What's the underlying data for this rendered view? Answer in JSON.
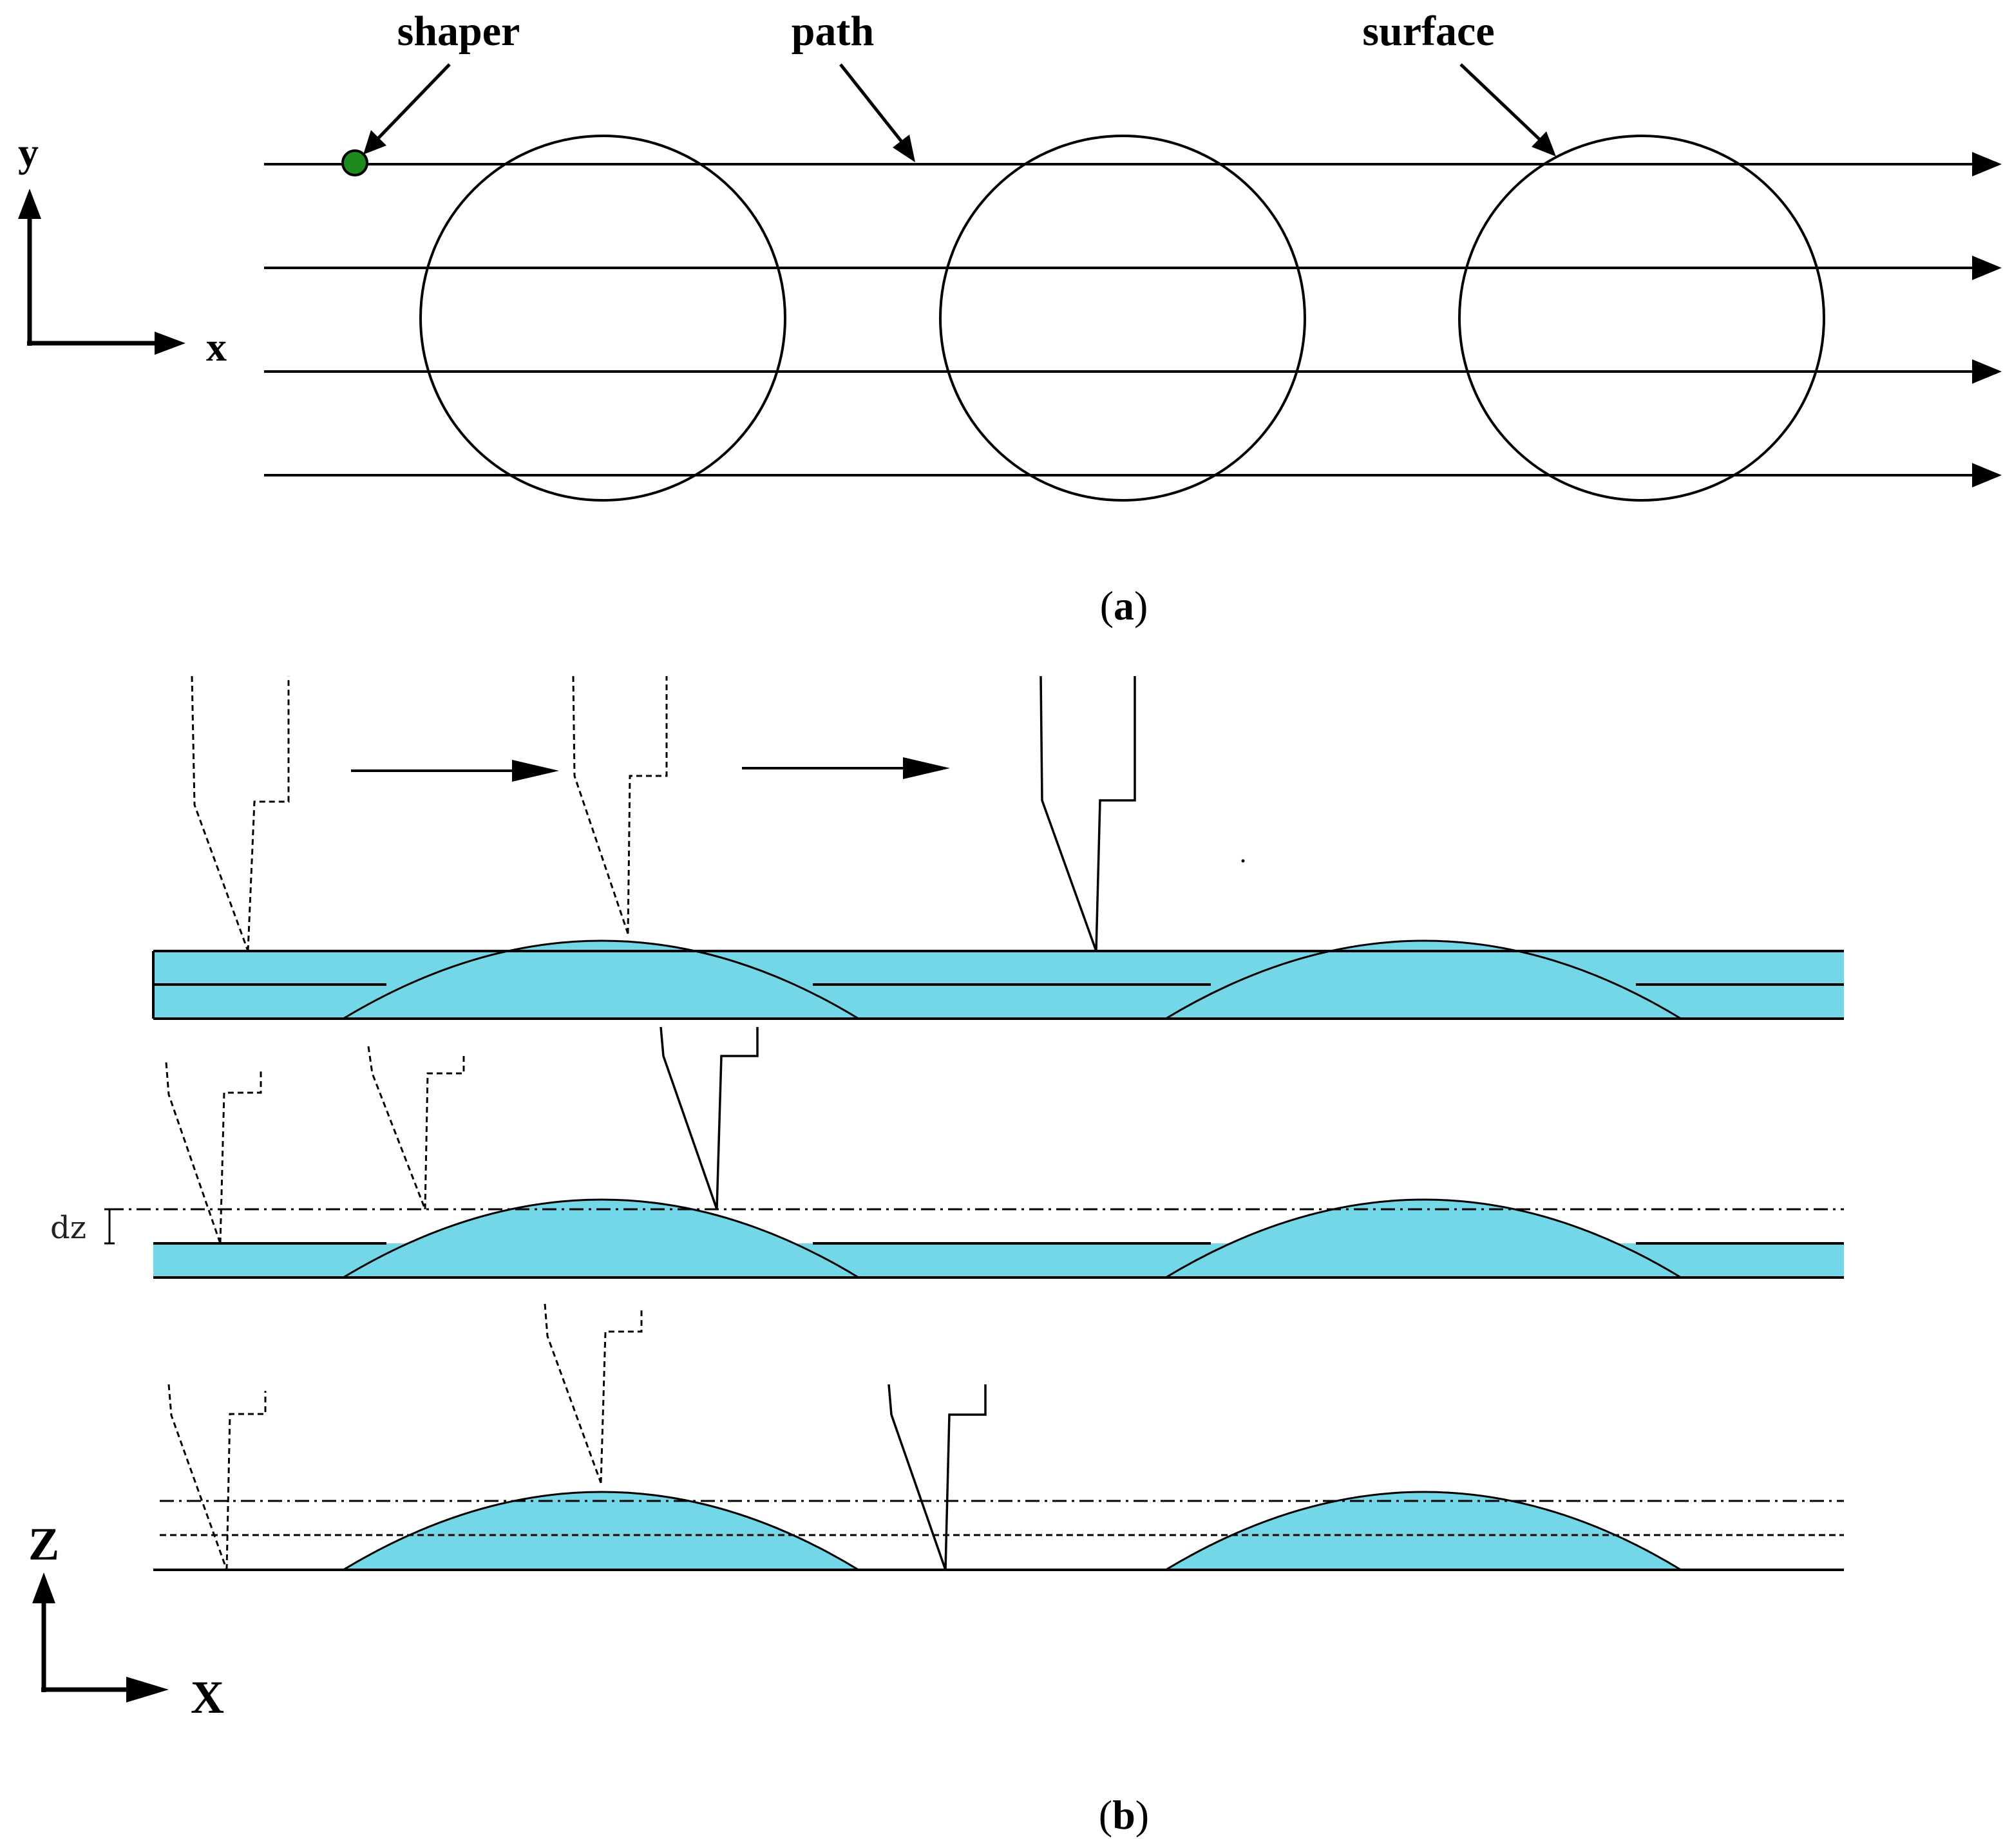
{
  "colors": {
    "material_fill": "#74d7e8",
    "shaper_dot": "#1e8a1e"
  },
  "panel_a": {
    "label_shaper": "shaper",
    "label_path": "path",
    "label_surface": "surface",
    "axis_y": "y",
    "axis_x": "x",
    "caption_open": "(",
    "caption_letter": "a",
    "caption_close": ")"
  },
  "panel_b": {
    "label_dz": "dz",
    "axis_z": "Z",
    "axis_x": "X",
    "caption_open": "(",
    "caption_letter": "b",
    "caption_close": ")"
  }
}
